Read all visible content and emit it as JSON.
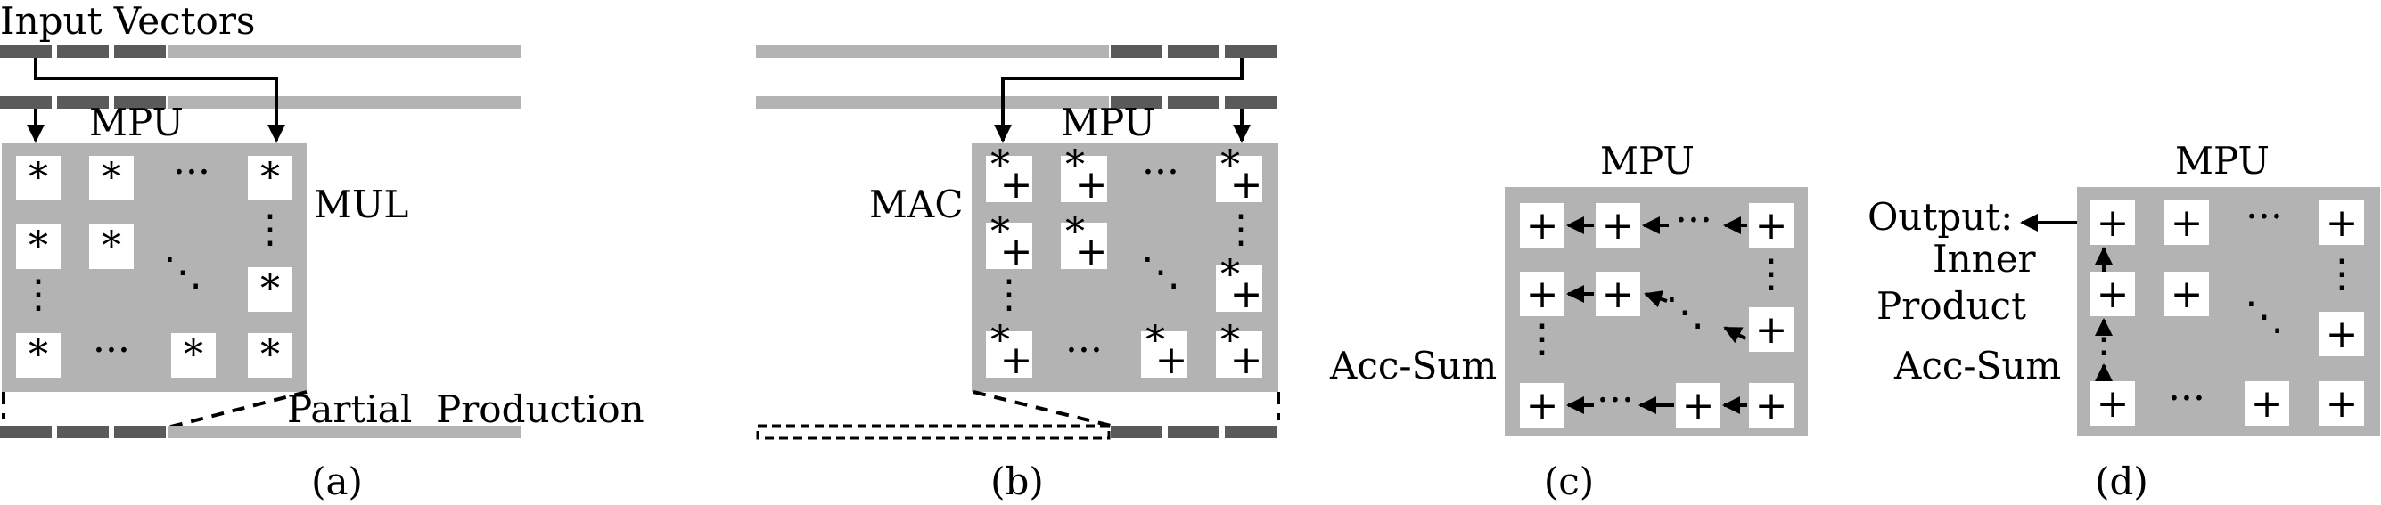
{
  "colors": {
    "grid": "#b3b3b3",
    "dark_segment": "#5a5a5a",
    "light_segment": "#b3b3b3",
    "cell_bg": "#ffffff"
  },
  "panel_a": {
    "title": "Input Vectors",
    "mpu": "MPU",
    "op": "MUL",
    "output": "Partial  Production",
    "caption": "(a)",
    "cell_symbol": "*"
  },
  "panel_b": {
    "mpu": "MPU",
    "op": "MAC",
    "caption": "(b)",
    "cell_mul": "*",
    "cell_add": "+"
  },
  "panel_c": {
    "mpu": "MPU",
    "acc": "Acc-Sum",
    "caption": "(c)",
    "cell_symbol": "+"
  },
  "panel_d": {
    "mpu": "MPU",
    "output_line1": "Output:",
    "output_line2": "Inner",
    "output_line3": "Product",
    "acc": "Acc-Sum",
    "caption": "(d)",
    "cell_symbol": "+"
  },
  "ellipsis": {
    "horizontal": "···",
    "vertical": "⋮",
    "diagonal": "⋱"
  }
}
